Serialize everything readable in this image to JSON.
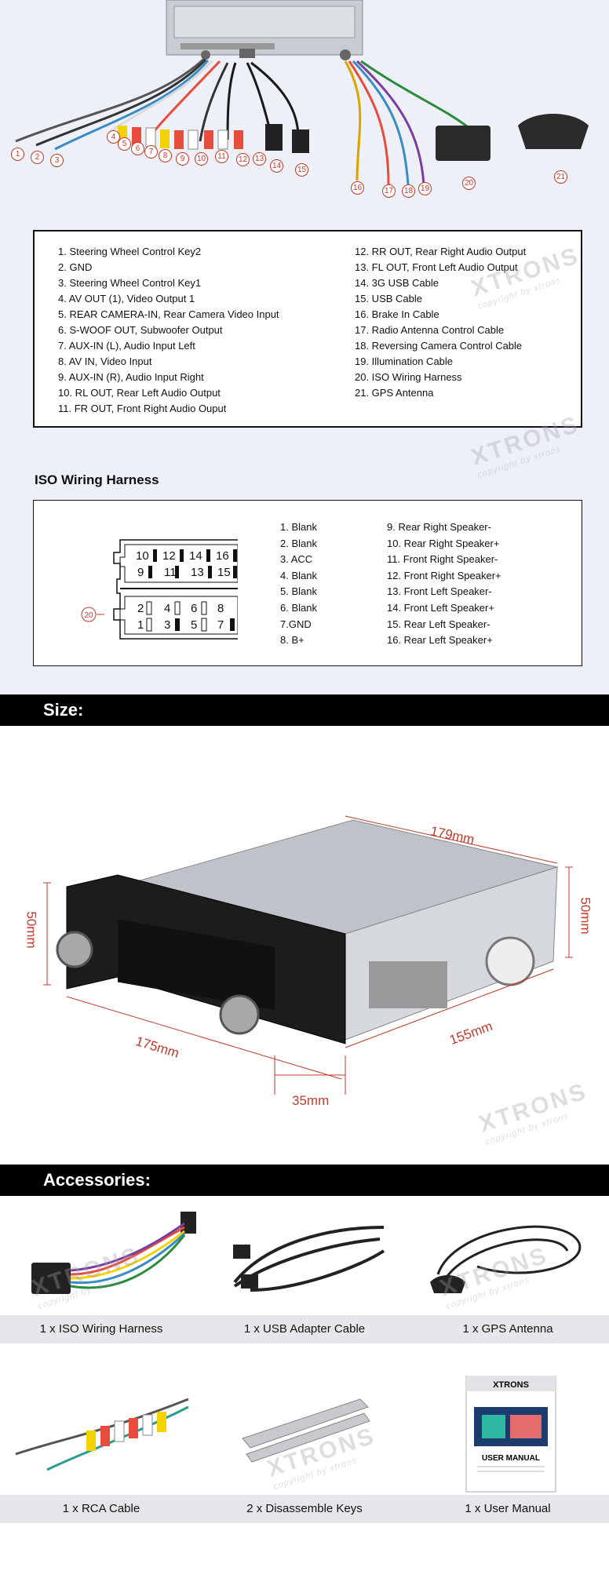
{
  "legend": {
    "left": [
      "1. Steering Wheel Control Key2",
      "2. GND",
      "3. Steering Wheel Control Key1",
      "4. AV OUT (1), Video Output 1",
      "5. REAR CAMERA-IN, Rear Camera Video Input",
      "6. S-WOOF OUT, Subwoofer Output",
      "7. AUX-IN (L), Audio Input Left",
      "8. AV IN, Video Input",
      "9. AUX-IN (R), Audio Input Right",
      "10. RL OUT, Rear Left Audio Output",
      "11. FR OUT, Front Right Audio Ouput"
    ],
    "right": [
      "12. RR OUT, Rear Right Audio Output",
      "13. FL OUT, Front Left Audio Output",
      "14. 3G USB Cable",
      "15. USB Cable",
      "16. Brake In Cable",
      "17. Radio Antenna Control Cable",
      "18. Reversing Camera Control Cable",
      "19. Illumination Cable",
      "20. ISO Wiring Harness",
      "21. GPS Antenna"
    ]
  },
  "callouts": [
    "1",
    "2",
    "3",
    "4",
    "5",
    "6",
    "7",
    "8",
    "9",
    "10",
    "11",
    "12",
    "13",
    "14",
    "15",
    "16",
    "17",
    "18",
    "19",
    "20",
    "21"
  ],
  "iso": {
    "title": "ISO Wiring Harness",
    "callout": "20",
    "pins_top_row1": [
      "10",
      "12",
      "14",
      "16"
    ],
    "pins_top_row2": [
      "9",
      "11",
      "13",
      "15"
    ],
    "pins_bottom_row1": [
      "2",
      "4",
      "6",
      "8"
    ],
    "pins_bottom_row2": [
      "1",
      "3",
      "5",
      "7"
    ],
    "col_a": [
      "1. Blank",
      "2. Blank",
      "3. ACC",
      "4. Blank",
      "5. Blank",
      "6. Blank",
      "7.GND",
      "8. B+"
    ],
    "col_b": [
      "9. Rear Right Speaker-",
      "10. Rear Right Speaker+",
      "11. Front Right Speaker-",
      "12. Front Right Speaker+",
      "13. Front Left Speaker-",
      "14. Front Left Speaker+",
      "15. Rear Left Speaker-",
      "16. Rear Left Speaker+"
    ]
  },
  "size": {
    "heading": "Size:",
    "dims": {
      "top_depth": "179mm",
      "left_height": "50mm",
      "right_height": "50mm",
      "front_width": "175mm",
      "side_depth": "155mm",
      "faceplate": "35mm"
    }
  },
  "accessories": {
    "heading": "Accessories:",
    "items": [
      "1 x ISO Wiring Harness",
      "1 x USB Adapter Cable",
      "1 x GPS Antenna",
      "1 x RCA Cable",
      "2 x Disassemble Keys",
      "1 x User Manual"
    ],
    "manual_brand": "XTRONS",
    "manual_title": "USER MANUAL"
  },
  "watermark": {
    "brand": "XTRONS",
    "copy": "copyright by xtrons"
  },
  "colors": {
    "accent_red": "#c0392b",
    "band_black": "#000000"
  }
}
